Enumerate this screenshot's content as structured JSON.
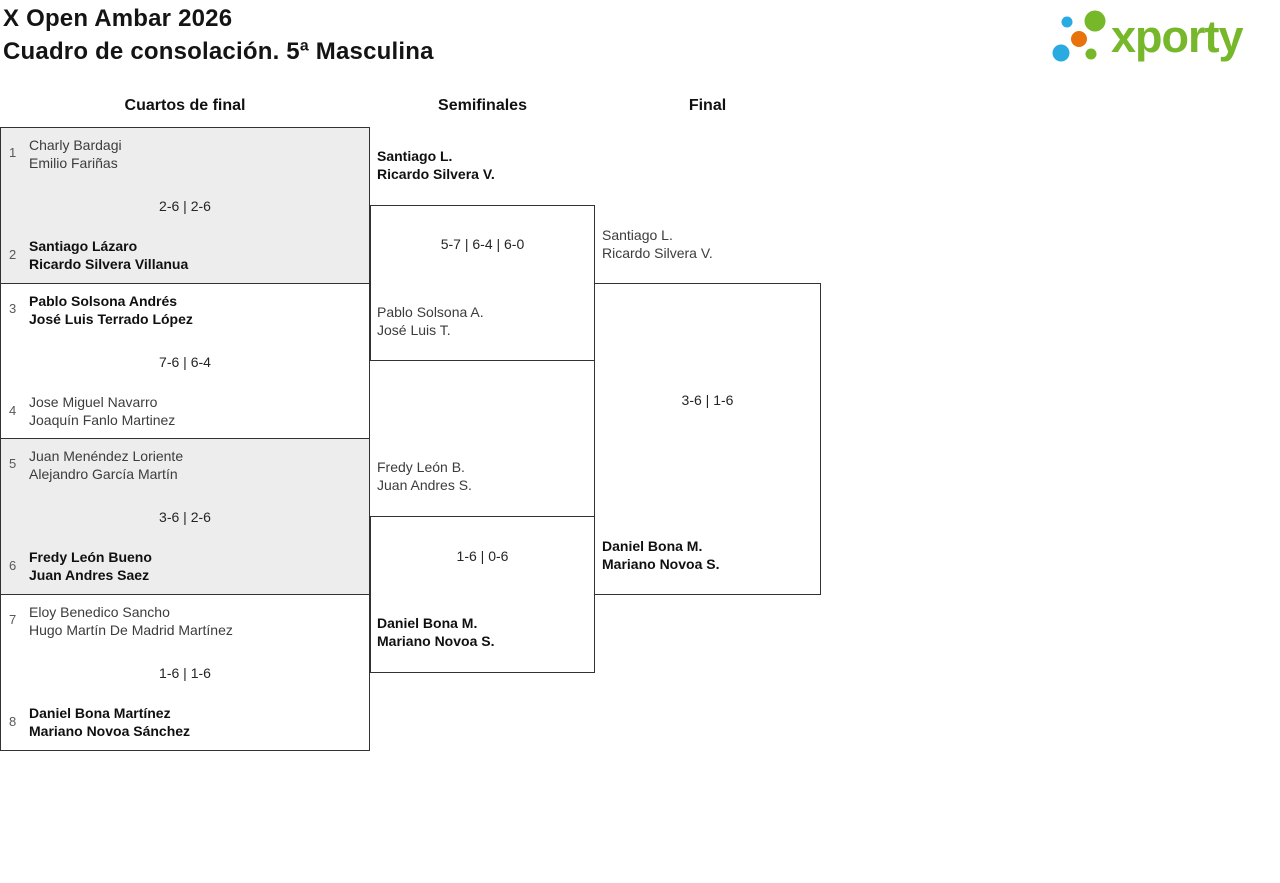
{
  "header": {
    "title_line1": "X Open Ambar 2026",
    "title_line2": "Cuadro de consolación. 5ª Masculina",
    "logo": {
      "text": "xporty",
      "green": "#76b82a",
      "blue": "#29abe2",
      "orange": "#e8730c"
    }
  },
  "columns": [
    "Cuartos de final",
    "Semifinales",
    "Final"
  ],
  "quarterfinals": [
    {
      "seed_top": "1",
      "team_top": [
        "Charly Bardagi",
        "Emilio Fariñas"
      ],
      "top_winner": false,
      "score": "2-6 | 2-6",
      "seed_bottom": "2",
      "team_bottom": [
        "Santiago Lázaro",
        "Ricardo Silvera Villanua"
      ],
      "bottom_winner": true
    },
    {
      "seed_top": "3",
      "team_top": [
        "Pablo Solsona Andrés",
        "José Luis Terrado López"
      ],
      "top_winner": true,
      "score": "7-6 | 6-4",
      "seed_bottom": "4",
      "team_bottom": [
        "Jose Miguel Navarro",
        "Joaquín Fanlo Martinez"
      ],
      "bottom_winner": false
    },
    {
      "seed_top": "5",
      "team_top": [
        "Juan Menéndez Loriente",
        "Alejandro García Martín"
      ],
      "top_winner": false,
      "score": "3-6 | 2-6",
      "seed_bottom": "6",
      "team_bottom": [
        "Fredy León Bueno",
        "Juan Andres Saez"
      ],
      "bottom_winner": true
    },
    {
      "seed_top": "7",
      "team_top": [
        "Eloy Benedico Sancho",
        "Hugo Martín De Madrid Martínez"
      ],
      "top_winner": false,
      "score": "1-6 | 1-6",
      "seed_bottom": "8",
      "team_bottom": [
        "Daniel Bona Martínez",
        "Mariano Novoa Sánchez"
      ],
      "bottom_winner": true
    }
  ],
  "semifinals": [
    {
      "team_top": [
        "Santiago L.",
        "Ricardo Silvera V."
      ],
      "top_winner": true,
      "score": "5-7 | 6-4 | 6-0",
      "team_bottom": [
        "Pablo Solsona A.",
        "José Luis T."
      ],
      "bottom_winner": false
    },
    {
      "team_top": [
        "Fredy León B.",
        "Juan Andres S."
      ],
      "top_winner": false,
      "score": "1-6 | 0-6",
      "team_bottom": [
        "Daniel Bona M.",
        "Mariano Novoa S."
      ],
      "bottom_winner": true
    }
  ],
  "final": {
    "team_top": [
      "Santiago L.",
      "Ricardo Silvera V."
    ],
    "top_winner": false,
    "score": "3-6 | 1-6",
    "team_bottom": [
      "Daniel Bona M.",
      "Mariano Novoa S."
    ],
    "bottom_winner": true
  }
}
